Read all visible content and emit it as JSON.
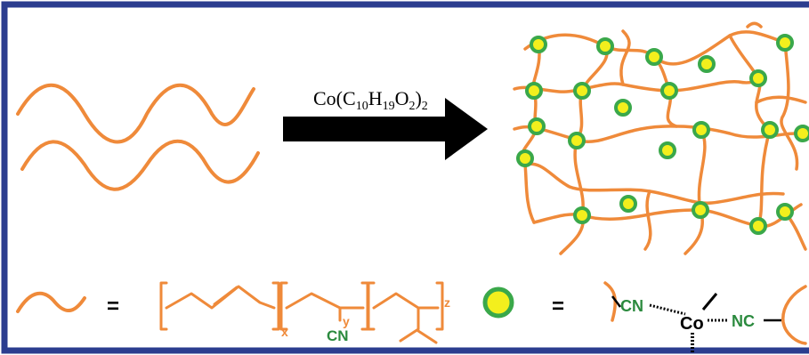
{
  "reaction": {
    "reagent": {
      "base": "Co(C",
      "sub1": "10",
      "mid": "H",
      "sub2": "19",
      "mid2": "O",
      "sub3": "2",
      "close": ")",
      "sub4": "2"
    }
  },
  "legend": {
    "chain_equals": "=",
    "crosslink_equals": "=",
    "polymer": {
      "sub_x": "x",
      "sub_y": "y",
      "sub_z": "z",
      "substituent": "CN"
    },
    "complex": {
      "ligand_left": "CN",
      "metal": "Co",
      "ligand_right": "NC"
    }
  },
  "colors": {
    "frame": "#2b3d8f",
    "chain": "#ef8a3a",
    "node_fill": "#f3ef1d",
    "node_ring": "#3aa84a",
    "nitrile": "#2b8a3e",
    "arrow": "#000000"
  }
}
